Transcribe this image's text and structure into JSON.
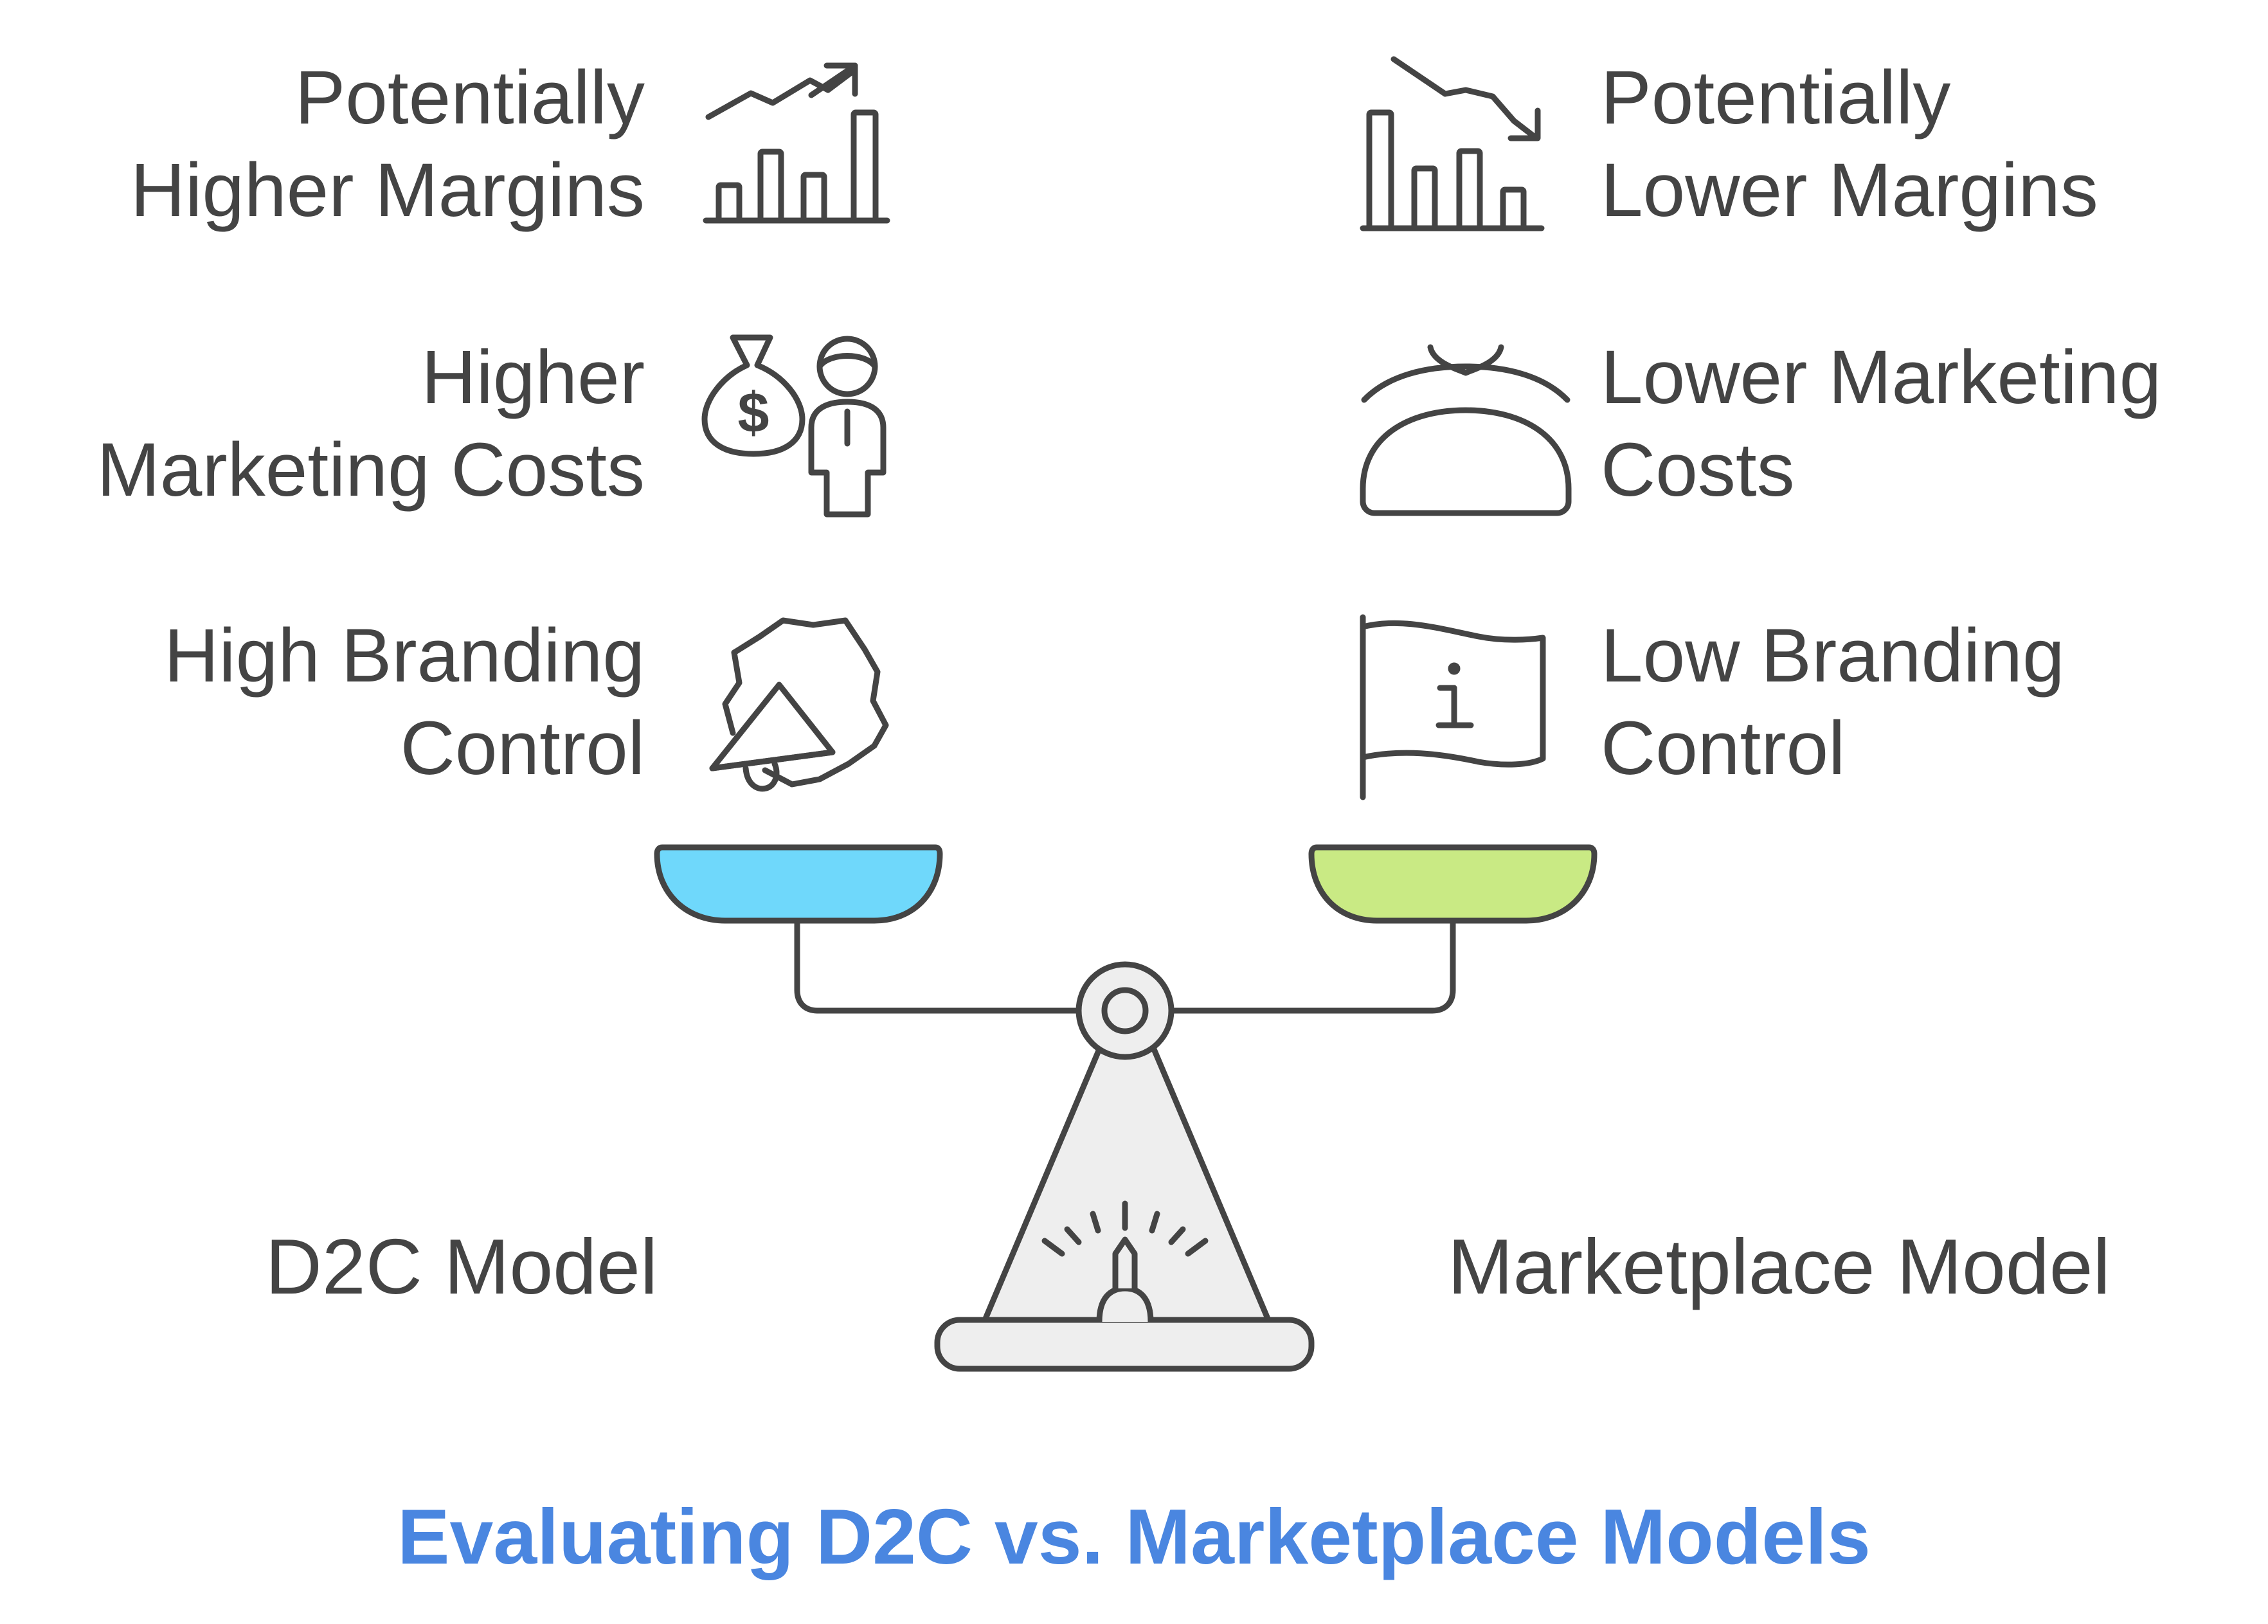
{
  "title": "Evaluating D2C vs. Marketplace Models",
  "left": {
    "model": "D2C Model",
    "pan_color": "#6fd8fb",
    "items": [
      {
        "line1": "Potentially",
        "line2": "Higher Margins",
        "icon": "chart-up-icon"
      },
      {
        "line1": "Higher",
        "line2": "Marketing Costs",
        "icon": "money-bag-person-icon"
      },
      {
        "line1": "High Branding",
        "line2": "Control",
        "icon": "megaphone-icon"
      }
    ]
  },
  "right": {
    "model": "Marketplace Model",
    "pan_color": "#c9ea84",
    "items": [
      {
        "line1": "Potentially",
        "line2": "Lower Margins",
        "icon": "chart-down-icon"
      },
      {
        "line1": "Lower Marketing",
        "line2": "Costs",
        "icon": "cloche-icon"
      },
      {
        "line1": "Low Branding",
        "line2": "Control",
        "icon": "info-flag-icon"
      }
    ]
  },
  "colors": {
    "text": "#444444",
    "title": "#4a86e0",
    "stroke": "#444444",
    "stand_fill": "#eeeeee"
  }
}
